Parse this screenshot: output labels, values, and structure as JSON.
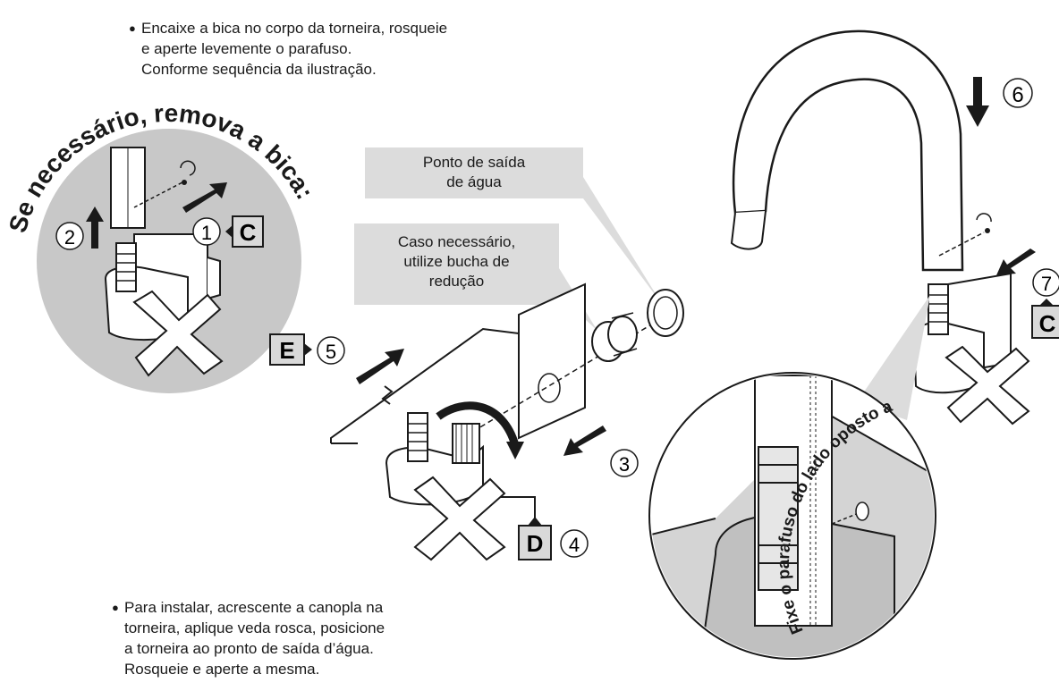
{
  "instructions": {
    "top": [
      "Encaixe a bica no corpo da torneira, rosqueie",
      "e aperte levemente o parafuso.",
      "Conforme sequência da ilustração."
    ],
    "bottom": [
      "Para instalar, acrescente a canopla na",
      "torneira, aplique veda rosca, posicione",
      "a torneira ao pronto de saída d’água.",
      "Rosqueie e aperte a mesma."
    ]
  },
  "callouts": {
    "water_outlet": [
      "Ponto de saída",
      "de água"
    ],
    "reducer": [
      "Caso necessário,",
      "utilize bucha de",
      "redução"
    ]
  },
  "curved_texts": {
    "remove_spout": "Se necessário, remova a bica:",
    "fix_screw": "Fixe o parafuso do lado oposto ao rasgo da bucha."
  },
  "steps": {
    "s1": "1",
    "s2": "2",
    "s3": "3",
    "s4": "4",
    "s5": "5",
    "s6": "6",
    "s7": "7"
  },
  "tool_tags": {
    "c1": "C",
    "c2": "C",
    "d": "D",
    "e": "E"
  },
  "colors": {
    "line": "#1a1a1a",
    "grey_circle": "#c8c8c8",
    "callout_bg": "#dcdcdc",
    "tag_bg": "#d9d9d9"
  }
}
